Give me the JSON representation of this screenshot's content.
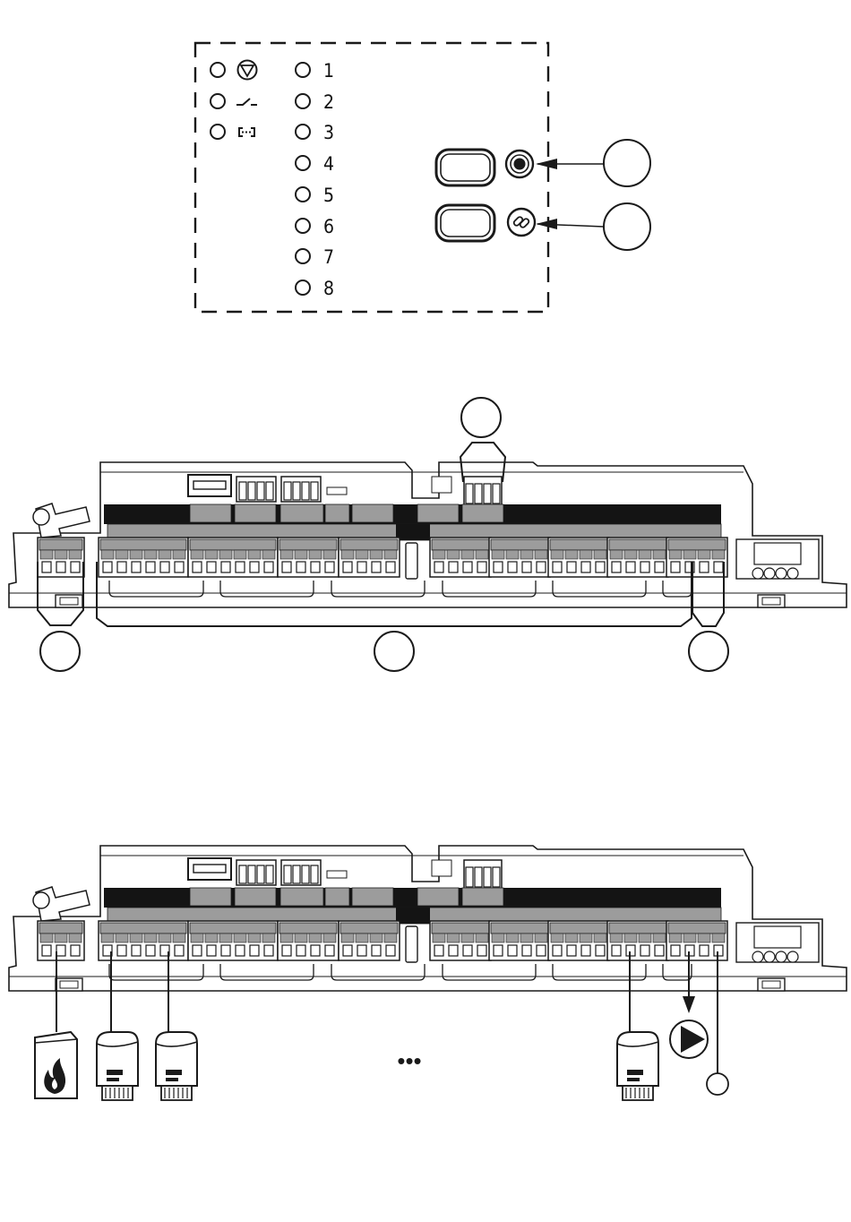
{
  "panel": {
    "led_labels": [
      "1",
      "2",
      "3",
      "4",
      "5",
      "6",
      "7",
      "8"
    ],
    "status_icons": [
      "pump-icon",
      "contact-icon",
      "link-icon"
    ],
    "button_icons": [
      "record-icon",
      "pair-icon"
    ]
  },
  "wiring": {
    "devices": [
      "boiler-icon",
      "actuator-icon",
      "actuator-icon",
      "actuator-icon",
      "pump-icon"
    ],
    "ellipsis": "•••"
  },
  "colors": {
    "line": "#1a1a1a",
    "shade": "#9c9c9c",
    "dark": "#141414"
  }
}
